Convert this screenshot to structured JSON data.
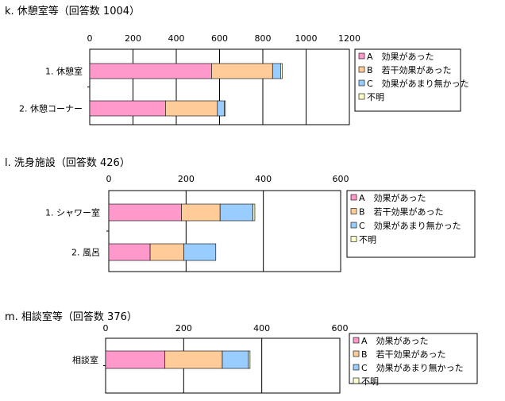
{
  "chart_data": [
    {
      "type": "bar",
      "orientation": "horizontal",
      "stacked": true,
      "title": "k. 休憩室等（回答数 1004）",
      "categories": [
        "1. 休憩室",
        "2. 休憩コーナー"
      ],
      "xlim": [
        0,
        1200
      ],
      "ticks": [
        "0",
        "200",
        "400",
        "600",
        "800",
        "1000",
        "1200"
      ],
      "series": [
        {
          "name": "A　効果があった",
          "color": "#ff99cc",
          "values": [
            563,
            350
          ]
        },
        {
          "name": "B　若干効果があった",
          "color": "#ffcc99",
          "values": [
            282,
            240
          ]
        },
        {
          "name": "C　効果があまり無かった",
          "color": "#99ccff",
          "values": [
            37,
            32
          ]
        },
        {
          "name": "不明",
          "color": "#ffffcc",
          "values": [
            8,
            5
          ]
        }
      ]
    },
    {
      "type": "bar",
      "orientation": "horizontal",
      "stacked": true,
      "title": "l. 洗身施設（回答数 426）",
      "categories": [
        "1. シャワー室",
        "2. 風呂"
      ],
      "xlim": [
        0,
        600
      ],
      "ticks": [
        "0",
        "200",
        "400",
        "600"
      ],
      "series": [
        {
          "name": "A　効果があった",
          "color": "#ff99cc",
          "values": [
            188,
            107
          ]
        },
        {
          "name": "B　若干効果があった",
          "color": "#ffcc99",
          "values": [
            100,
            87
          ]
        },
        {
          "name": "C　効果があまり無かった",
          "color": "#99ccff",
          "values": [
            85,
            83
          ]
        },
        {
          "name": "不明",
          "color": "#ffffcc",
          "values": [
            5,
            0
          ]
        }
      ]
    },
    {
      "type": "bar",
      "orientation": "horizontal",
      "stacked": true,
      "title": "m. 相談室等（回答数 376）",
      "categories": [
        "相談室"
      ],
      "xlim": [
        0,
        600
      ],
      "ticks": [
        "0",
        "200",
        "400",
        "600"
      ],
      "series": [
        {
          "name": "A　効果があった",
          "color": "#ff99cc",
          "values": [
            152
          ]
        },
        {
          "name": "B　若干効果があった",
          "color": "#ffcc99",
          "values": [
            147
          ]
        },
        {
          "name": "C　効果があまり無かった",
          "color": "#99ccff",
          "values": [
            67
          ]
        },
        {
          "name": "不明",
          "color": "#ffffcc",
          "values": [
            4
          ]
        }
      ]
    }
  ]
}
